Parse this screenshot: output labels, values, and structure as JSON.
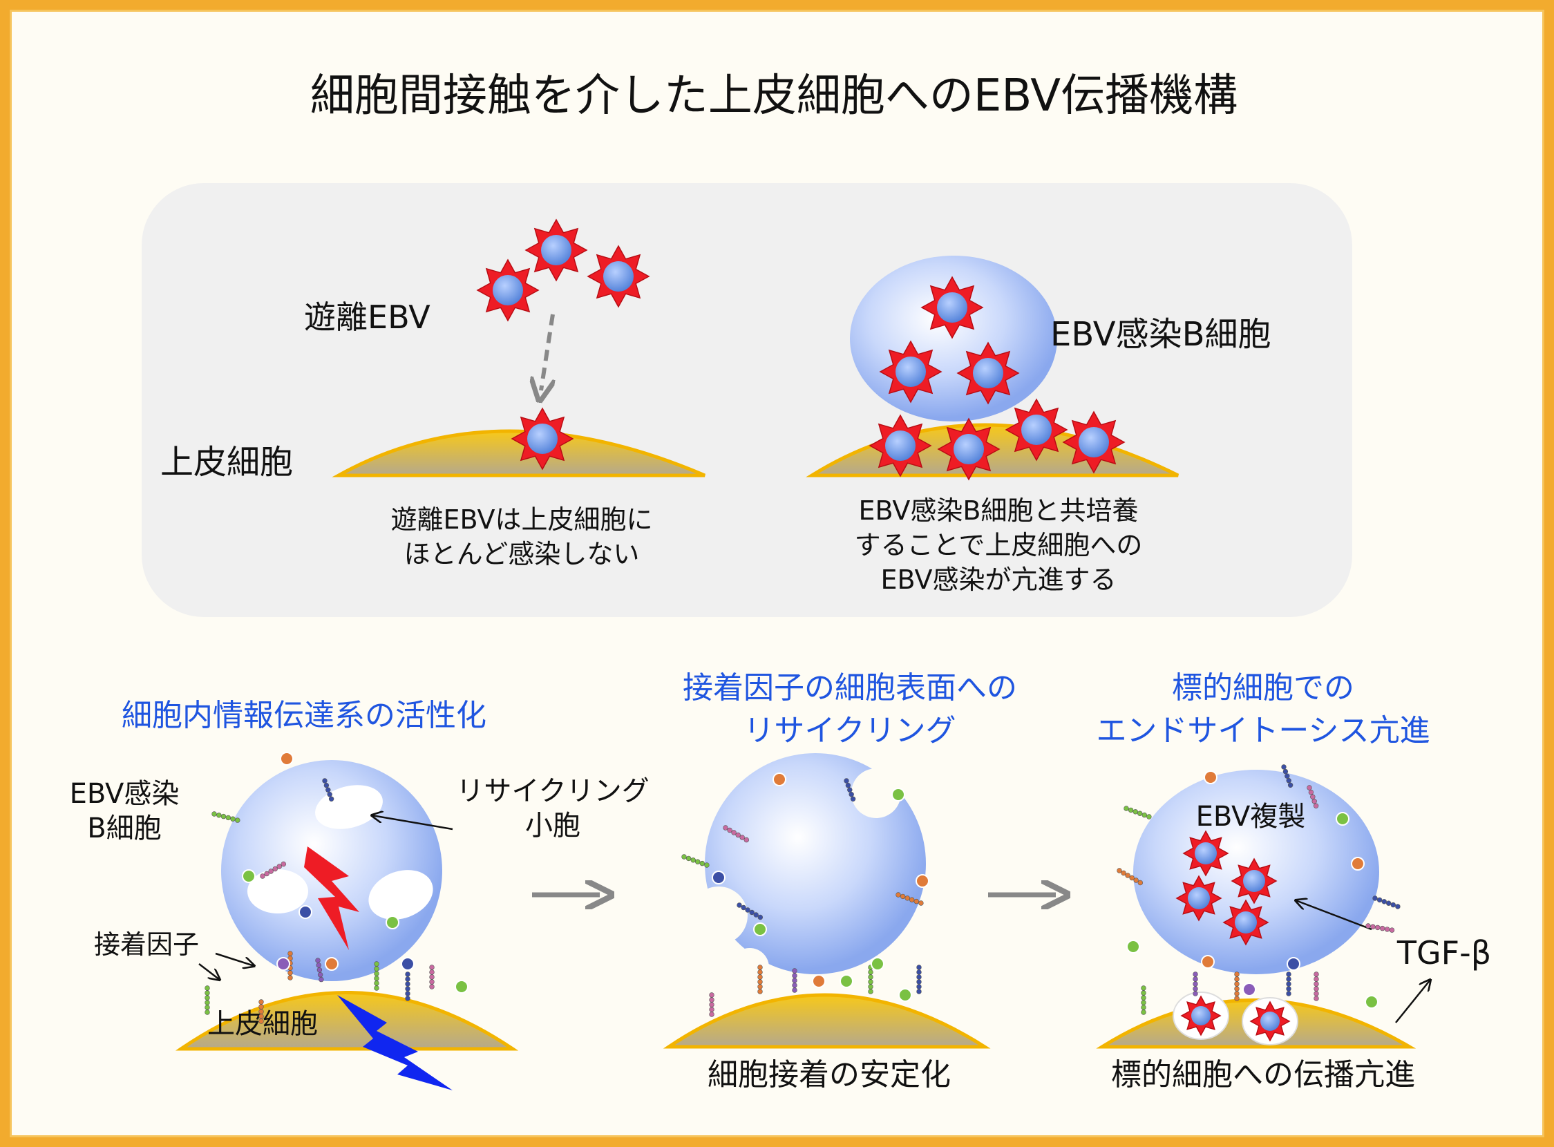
{
  "title": "細胞間接触を介した上皮細胞へのEBV伝播機構",
  "top_panel": {
    "free_ebv_label": "遊離EBV",
    "epithelial_label": "上皮細胞",
    "infected_b_label": "EBV感染B細胞",
    "left_caption": [
      "遊離EBVは上皮細胞に",
      "ほとんど感染しない"
    ],
    "right_caption": [
      "EBV感染B細胞と共培養",
      "することで上皮細胞への",
      "EBV感染が亢進する"
    ]
  },
  "bottom_panel": {
    "step1_heading": "細胞内情報伝達系の活性化",
    "step2_heading": [
      "接着因子の細胞表面への",
      "リサイクリング"
    ],
    "step3_heading": [
      "標的細胞での",
      "エンドサイトーシス亢進"
    ],
    "infected_b_label": [
      "EBV感染",
      "B細胞"
    ],
    "vesicle_label": [
      "リサイクリング",
      "小胞"
    ],
    "adhesion_label": "接着因子",
    "epithelial_label": "上皮細胞",
    "step2_caption": "細胞接着の安定化",
    "ebv_replication_label": "EBV複製",
    "tgf_label": "TGF-β",
    "step3_caption": "標的細胞への伝播亢進"
  },
  "colors": {
    "frame": "#f2ab2e",
    "heading_blue": "#1f55e0",
    "virus_red": "#ee1c25",
    "cell_blue": "#a9c1f2",
    "epithelial_yellow": "#f2c21c"
  }
}
